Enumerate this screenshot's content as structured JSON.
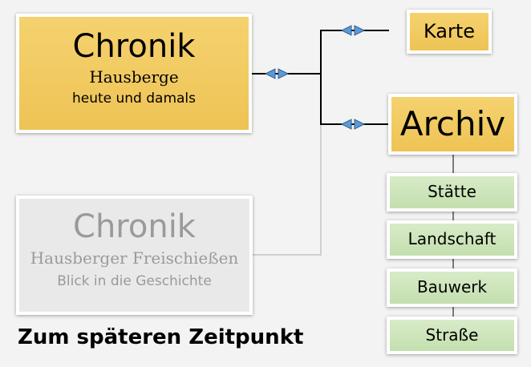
{
  "main_box": {
    "title": "Chronik",
    "subtitle": "Hausberge",
    "tagline": "heute und damals"
  },
  "karte": {
    "label": "Karte"
  },
  "archiv": {
    "label": "Archiv",
    "items": [
      "Stätte",
      "Landschaft",
      "Bauwerk",
      "Straße"
    ]
  },
  "future_box": {
    "title": "Chronik",
    "subtitle": "Hausberger Freischießen",
    "tagline": "Blick in die Geschichte"
  },
  "stamp": {
    "line1": "Zum späteren",
    "line2": "Zeitpunkt"
  },
  "colors": {
    "gold": "#eec355",
    "green": "#c3dfae",
    "arrow": "#5b9bd5"
  }
}
